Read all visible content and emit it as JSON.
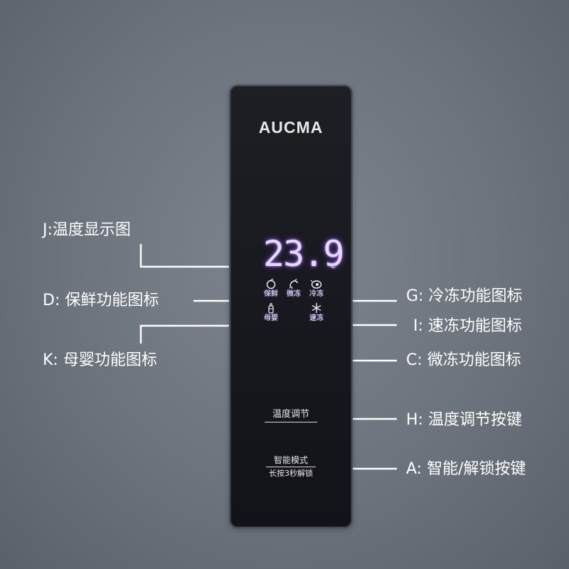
{
  "brand": "AUCMA",
  "display": {
    "temperature": "23.9",
    "unit": "°C",
    "color": "#e9d9ff"
  },
  "icons": {
    "baoxian": {
      "label": "保鲜",
      "icon": "apple-icon"
    },
    "weidong": {
      "label": "微冻",
      "icon": "shrimp-icon"
    },
    "lengdong": {
      "label": "冷冻",
      "icon": "meat-icon"
    },
    "muying": {
      "label": "母婴",
      "icon": "baby-bottle-icon"
    },
    "sudong": {
      "label": "速冻",
      "icon": "snowflake-icon"
    }
  },
  "buttons": {
    "temp_adjust": "温度调节",
    "smart_mode": "智能模式",
    "unlock_hint": "长按3秒解锁"
  },
  "callouts": {
    "J": "J:温度显示图",
    "D": "D: 保鲜功能图标",
    "K": "K: 母婴功能图标",
    "G": "G: 冷冻功能图标",
    "I": "I: 速冻功能图标",
    "C": "C: 微冻功能图标",
    "H": "H: 温度调节按键",
    "A": "A: 智能/解锁按键"
  },
  "colors": {
    "background": "#6c737c",
    "panel": "#16181d",
    "glow": "#b58bff",
    "text": "#ffffff"
  }
}
